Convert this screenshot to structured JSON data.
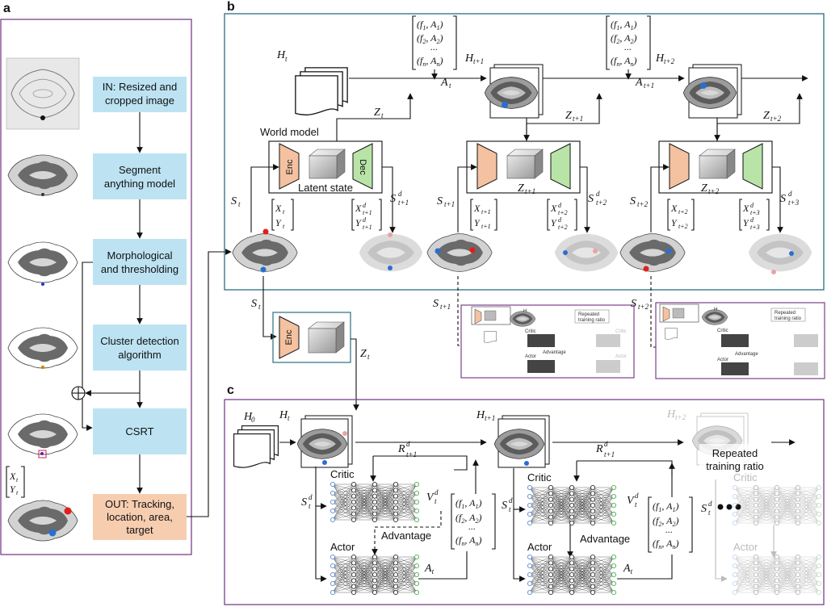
{
  "panels": {
    "a": "a",
    "b": "b",
    "c": "c"
  },
  "panel_a": {
    "steps": [
      "IN: Resized and",
      "cropped image",
      "Segment",
      "anything model",
      "Morphological",
      "and thresholding",
      "Cluster detection",
      "algorithm",
      "CSRT",
      "OUT: Tracking,",
      "location, area,",
      "target"
    ],
    "xy_labels": [
      "X",
      "t",
      "Y",
      "t"
    ],
    "colors": {
      "step_box": "#bde3f3",
      "out_box": "#f7cdb0",
      "border": "#7b3f8c"
    }
  },
  "panel_b": {
    "world_model": "World model",
    "latent_state": "Latent state",
    "enc": "Enc",
    "dec": "Dec",
    "H": [
      "H",
      "t",
      "H",
      "t+1",
      "H",
      "t+2"
    ],
    "A": [
      "A",
      "t",
      "A",
      "t+1"
    ],
    "Z": [
      "Z",
      "t",
      "Z",
      "t+1",
      "Z",
      "t+2"
    ],
    "S": [
      "S",
      "t",
      "S",
      "t+1",
      "S",
      "t+2"
    ],
    "Sd": [
      "S",
      "d",
      "t+1",
      "S",
      "d",
      "t+2",
      "S",
      "d",
      "t+3"
    ],
    "X": [
      "X",
      "t",
      "X",
      "t+1",
      "X",
      "t+2"
    ],
    "Y": [
      "Y",
      "t",
      "Y",
      "t+1",
      "Y",
      "t+2"
    ],
    "Xd": [
      "X",
      "d",
      "t+1",
      "X",
      "d",
      "t+2",
      "X",
      "d",
      "t+3"
    ],
    "Yd": [
      "Y",
      "d",
      "t+1",
      "Y",
      "d",
      "t+2",
      "Y",
      "d",
      "t+3"
    ],
    "fa_list": [
      "(f",
      "1",
      ", A",
      "1",
      ")",
      "(f",
      "2",
      ", A",
      "2",
      ")",
      "...",
      "(f",
      "n",
      ", A",
      "n",
      ")"
    ],
    "colors": {
      "enc": "#f4c2a1",
      "dec": "#b9e4a8",
      "border": "#2a6f7f"
    }
  },
  "standalone_enc": {
    "S": [
      "S",
      "t"
    ],
    "enc": "Enc",
    "Z": [
      "Z",
      "t"
    ]
  },
  "thumbs": {
    "S": [
      "S",
      "t+1",
      "S",
      "t+2"
    ],
    "texts": [
      "Repeated",
      "training ratio",
      "Critic",
      "Actor",
      "Advantage"
    ]
  },
  "panel_c": {
    "H": [
      "H",
      "0",
      "H",
      "t",
      "H",
      "t+1",
      "H",
      "t+2"
    ],
    "R": [
      "R",
      "d",
      "t+1"
    ],
    "critic": "Critic",
    "actor": "Actor",
    "advantage": "Advantage",
    "repeated": [
      "Repeated",
      "training ratio"
    ],
    "Sd": [
      "S",
      "d",
      "t"
    ],
    "Vd": [
      "V",
      "d",
      "t"
    ],
    "A": [
      "A",
      "t"
    ],
    "fa_list": [
      "(f",
      "1",
      ", A",
      "1",
      ")",
      "(f",
      "2",
      ", A",
      "2",
      ")",
      "...",
      "(f",
      "n",
      ", A",
      "n",
      ")"
    ],
    "colors": {
      "border": "#7b3f8c",
      "node_in": "#5b8dd6",
      "node_out": "#4caf50"
    }
  }
}
